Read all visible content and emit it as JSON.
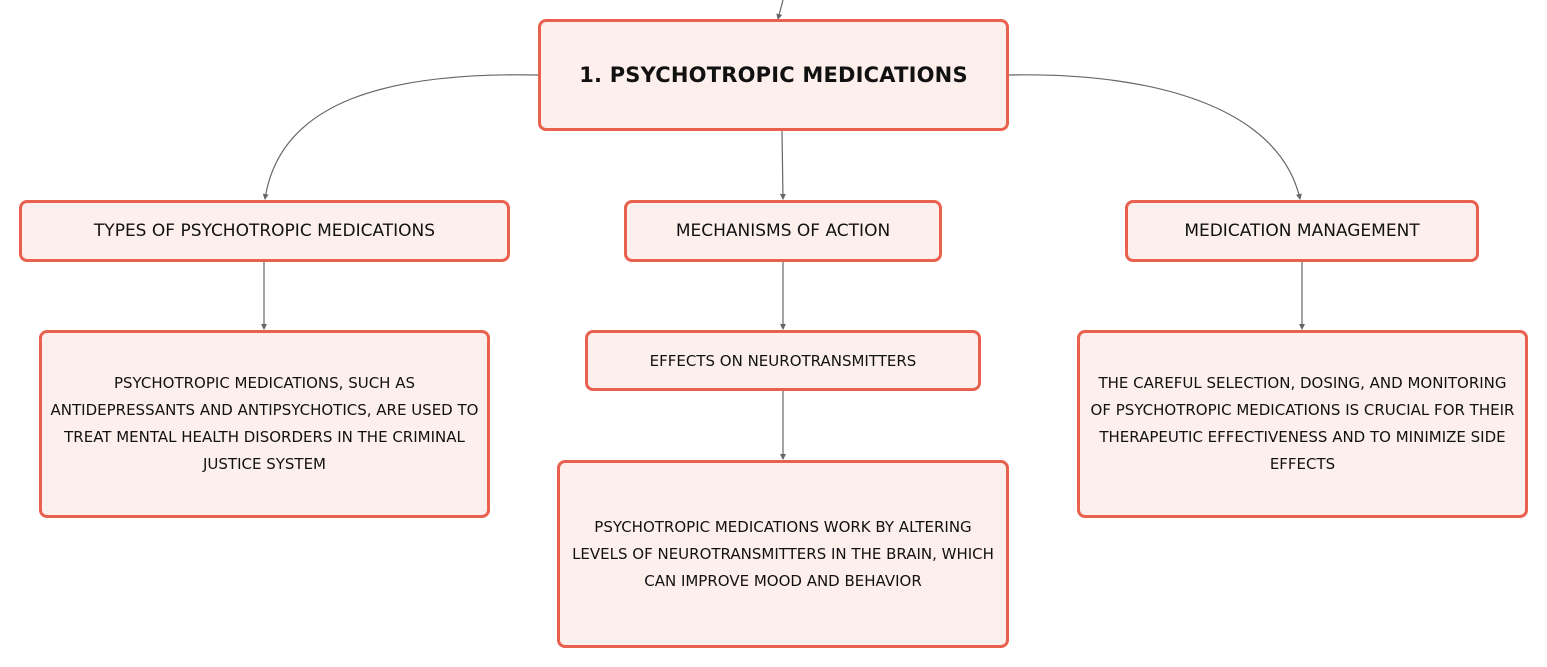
{
  "colors": {
    "node_border": "#e8604e",
    "node_fill": "#fdf0ec",
    "connector": "#666666",
    "text": "#111111"
  },
  "root": {
    "label": "1. PSYCHOTROPIC MEDICATIONS"
  },
  "topics": [
    {
      "label": "TYPES OF PSYCHOTROPIC MEDICATIONS",
      "description": "PSYCHOTROPIC MEDICATIONS, SUCH AS ANTIDEPRESSANTS AND ANTIPSYCHOTICS, ARE USED TO TREAT MENTAL HEALTH DISORDERS IN THE CRIMINAL JUSTICE SYSTEM"
    },
    {
      "label": "MECHANISMS OF ACTION",
      "subtopic": "EFFECTS ON NEUROTRANSMITTERS",
      "description": "PSYCHOTROPIC MEDICATIONS WORK BY ALTERING LEVELS OF NEUROTRANSMITTERS IN THE BRAIN, WHICH CAN IMPROVE MOOD AND BEHAVIOR"
    },
    {
      "label": "MEDICATION MANAGEMENT",
      "description": "THE CAREFUL SELECTION, DOSING, AND MONITORING OF PSYCHOTROPIC MEDICATIONS IS CRUCIAL FOR THEIR THERAPEUTIC EFFECTIVENESS AND TO MINIMIZE SIDE EFFECTS"
    }
  ]
}
